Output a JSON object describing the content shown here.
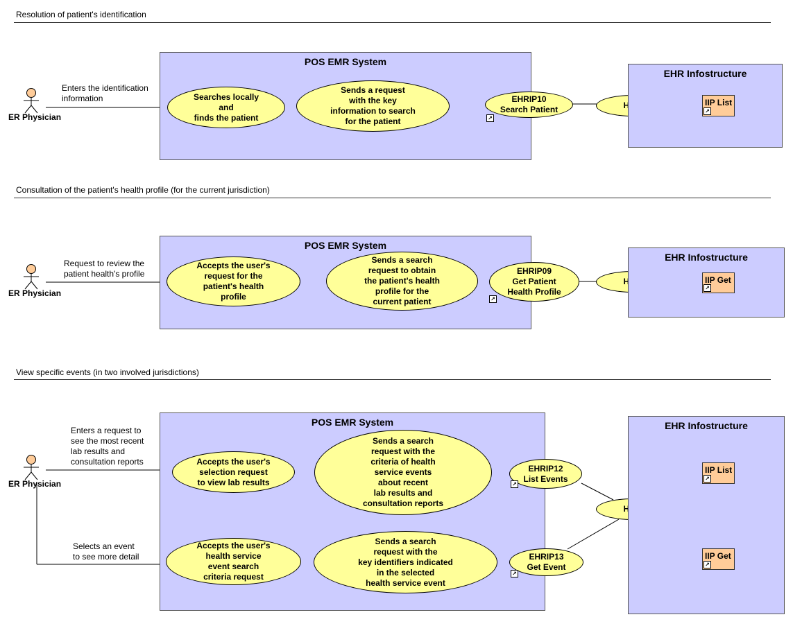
{
  "sections": [
    {
      "heading": "Resolution of patient's identification",
      "system_title": "POS EMR System",
      "ehr_title": "EHR Infostructure",
      "actor": "ER Physician",
      "actor_label": "Enters the identification\ninformation",
      "step1": "Searches locally\nand\nfinds the patient",
      "step2": "Sends a request\nwith the key\ninformation to search\nfor the patient",
      "interaction": "EHRIP10\nSearch Patient",
      "hial": "HIAL",
      "iip": "IIP List"
    },
    {
      "heading": "Consultation of the patient's health profile (for the current jurisdiction)",
      "system_title": "POS EMR System",
      "ehr_title": "EHR Infostructure",
      "actor": "ER Physician",
      "actor_label": "Request to review the\npatient health's profile",
      "step1": "Accepts the user's\nrequest for the\npatient's health\nprofile",
      "step2": "Sends a search\nrequest to obtain\nthe patient's health\nprofile for the\ncurrent patient",
      "interaction": "EHRIP09\nGet Patient\nHealth Profile",
      "hial": "HIAL",
      "iip": "IIP Get"
    },
    {
      "heading": "View specific events (in two involved jurisdictions)",
      "system_title": "POS EMR System",
      "ehr_title": "EHR Infostructure",
      "actor": "ER Physician",
      "actor_label_1": "Enters a request to\nsee the most recent\nlab results and\nconsultation reports",
      "actor_label_2": "Selects an event\nto see more detail",
      "step1a": "Accepts the user's\nselection request\nto view lab results",
      "step2a": "Sends a search\nrequest with the\ncriteria of health\nservice events\nabout recent\nlab results and\nconsultation reports",
      "interaction_a": "EHRIP12\nList Events",
      "step1b": "Accepts the user's\nhealth service\nevent search\ncriteria request",
      "step2b": "Sends a search\nrequest with the\nkey identifiers indicated\nin the selected\nhealth service event",
      "interaction_b": "EHRIP13\nGet Event",
      "hial": "HIAL",
      "iip_a": "IIP List",
      "iip_b": "IIP Get"
    }
  ],
  "colors": {
    "system_box": "#ccccff",
    "use_case": "#ffff99",
    "iip_box": "#ffcc99",
    "actor_head": "#ffcc99"
  },
  "icons": {
    "link_marker": "shortcut-arrow-icon",
    "actor": "stick-figure-icon"
  }
}
